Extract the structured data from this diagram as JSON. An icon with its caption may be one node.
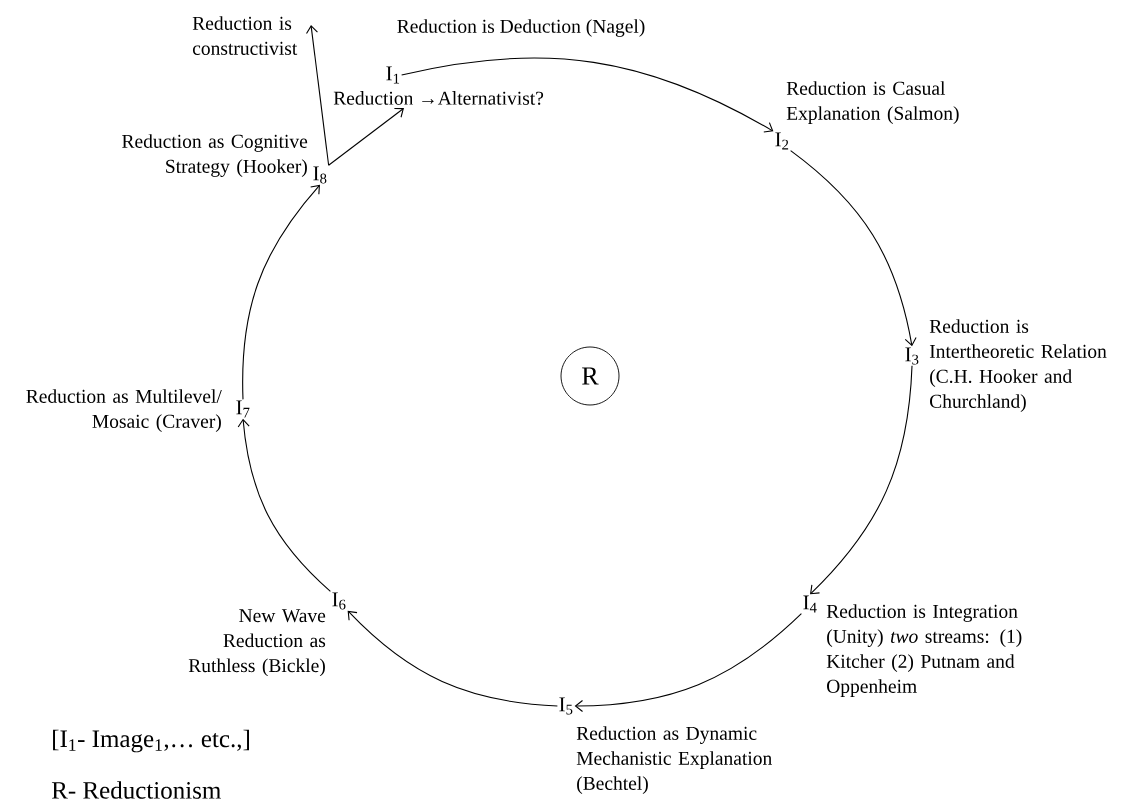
{
  "diagram": {
    "nodes": [
      {
        "text": [
          "I$_{1}$"
        ],
        "beside": [
          "Reduction is Deduction (Nagel)"
        ]
      },
      {
        "text": [
          "I$_{2}$"
        ],
        "beside": [
          "Reduction is Casual Explanation (Salmon)"
        ]
      },
      {
        "text": [
          "I$_{3}$"
        ],
        "beside": [
          "Reduction is Intertheoretic Relation (C.H. Hooker and Churchland)"
        ]
      },
      {
        "text": [
          "I$_{4}$"
        ],
        "beside": [
          "Reduction is Integration (Unity) *two* streams: (1) Kitcher (2) Putnam and Oppenheim"
        ]
      },
      {
        "text": [
          "I$_{5}$"
        ],
        "beside": [
          "Reduction as Dynamic Mechanistic Explanation (Bechtel)"
        ]
      },
      {
        "text": [
          "I$_{6}$"
        ],
        "beside": [
          "New Wave Reduction as Ruthless (Bickle)"
        ]
      },
      {
        "text": [
          "I$_{7}$"
        ],
        "beside": [
          "Reduction as Multilevel/ Mosaic (Craver)"
        ]
      },
      {
        "text": [
          "I$_{8}$"
        ],
        "beside": [
          "Reduction as Cognitive Strategy (Hooker)"
        ]
      },
      {
        "text": [
          "Reduction is constructivist"
        ]
      },
      {
        "text": [
          "Reduction →Alternativist?"
        ]
      },
      {
        "text": [
          "R"
        ]
      }
    ],
    "edges": [
      {
        "from": 0,
        "to": 1,
        "arrow": "to"
      },
      {
        "from": 1,
        "to": 2,
        "arrow": "to"
      },
      {
        "from": 2,
        "to": 3,
        "arrow": "to"
      },
      {
        "from": 3,
        "to": 4,
        "arrow": "to"
      },
      {
        "from": 4,
        "to": 5,
        "arrow": "to"
      },
      {
        "from": 5,
        "to": 6,
        "arrow": "to"
      },
      {
        "from": 6,
        "to": 7,
        "arrow": "to"
      },
      {
        "from": 7,
        "to": 8,
        "arrow": "to"
      },
      {
        "from": 7,
        "to": 9,
        "arrow": "to"
      }
    ],
    "labels": [
      "[I$_{1}$- Image$_{1}$,… etc.,]",
      "R- Reductionism"
    ]
  }
}
